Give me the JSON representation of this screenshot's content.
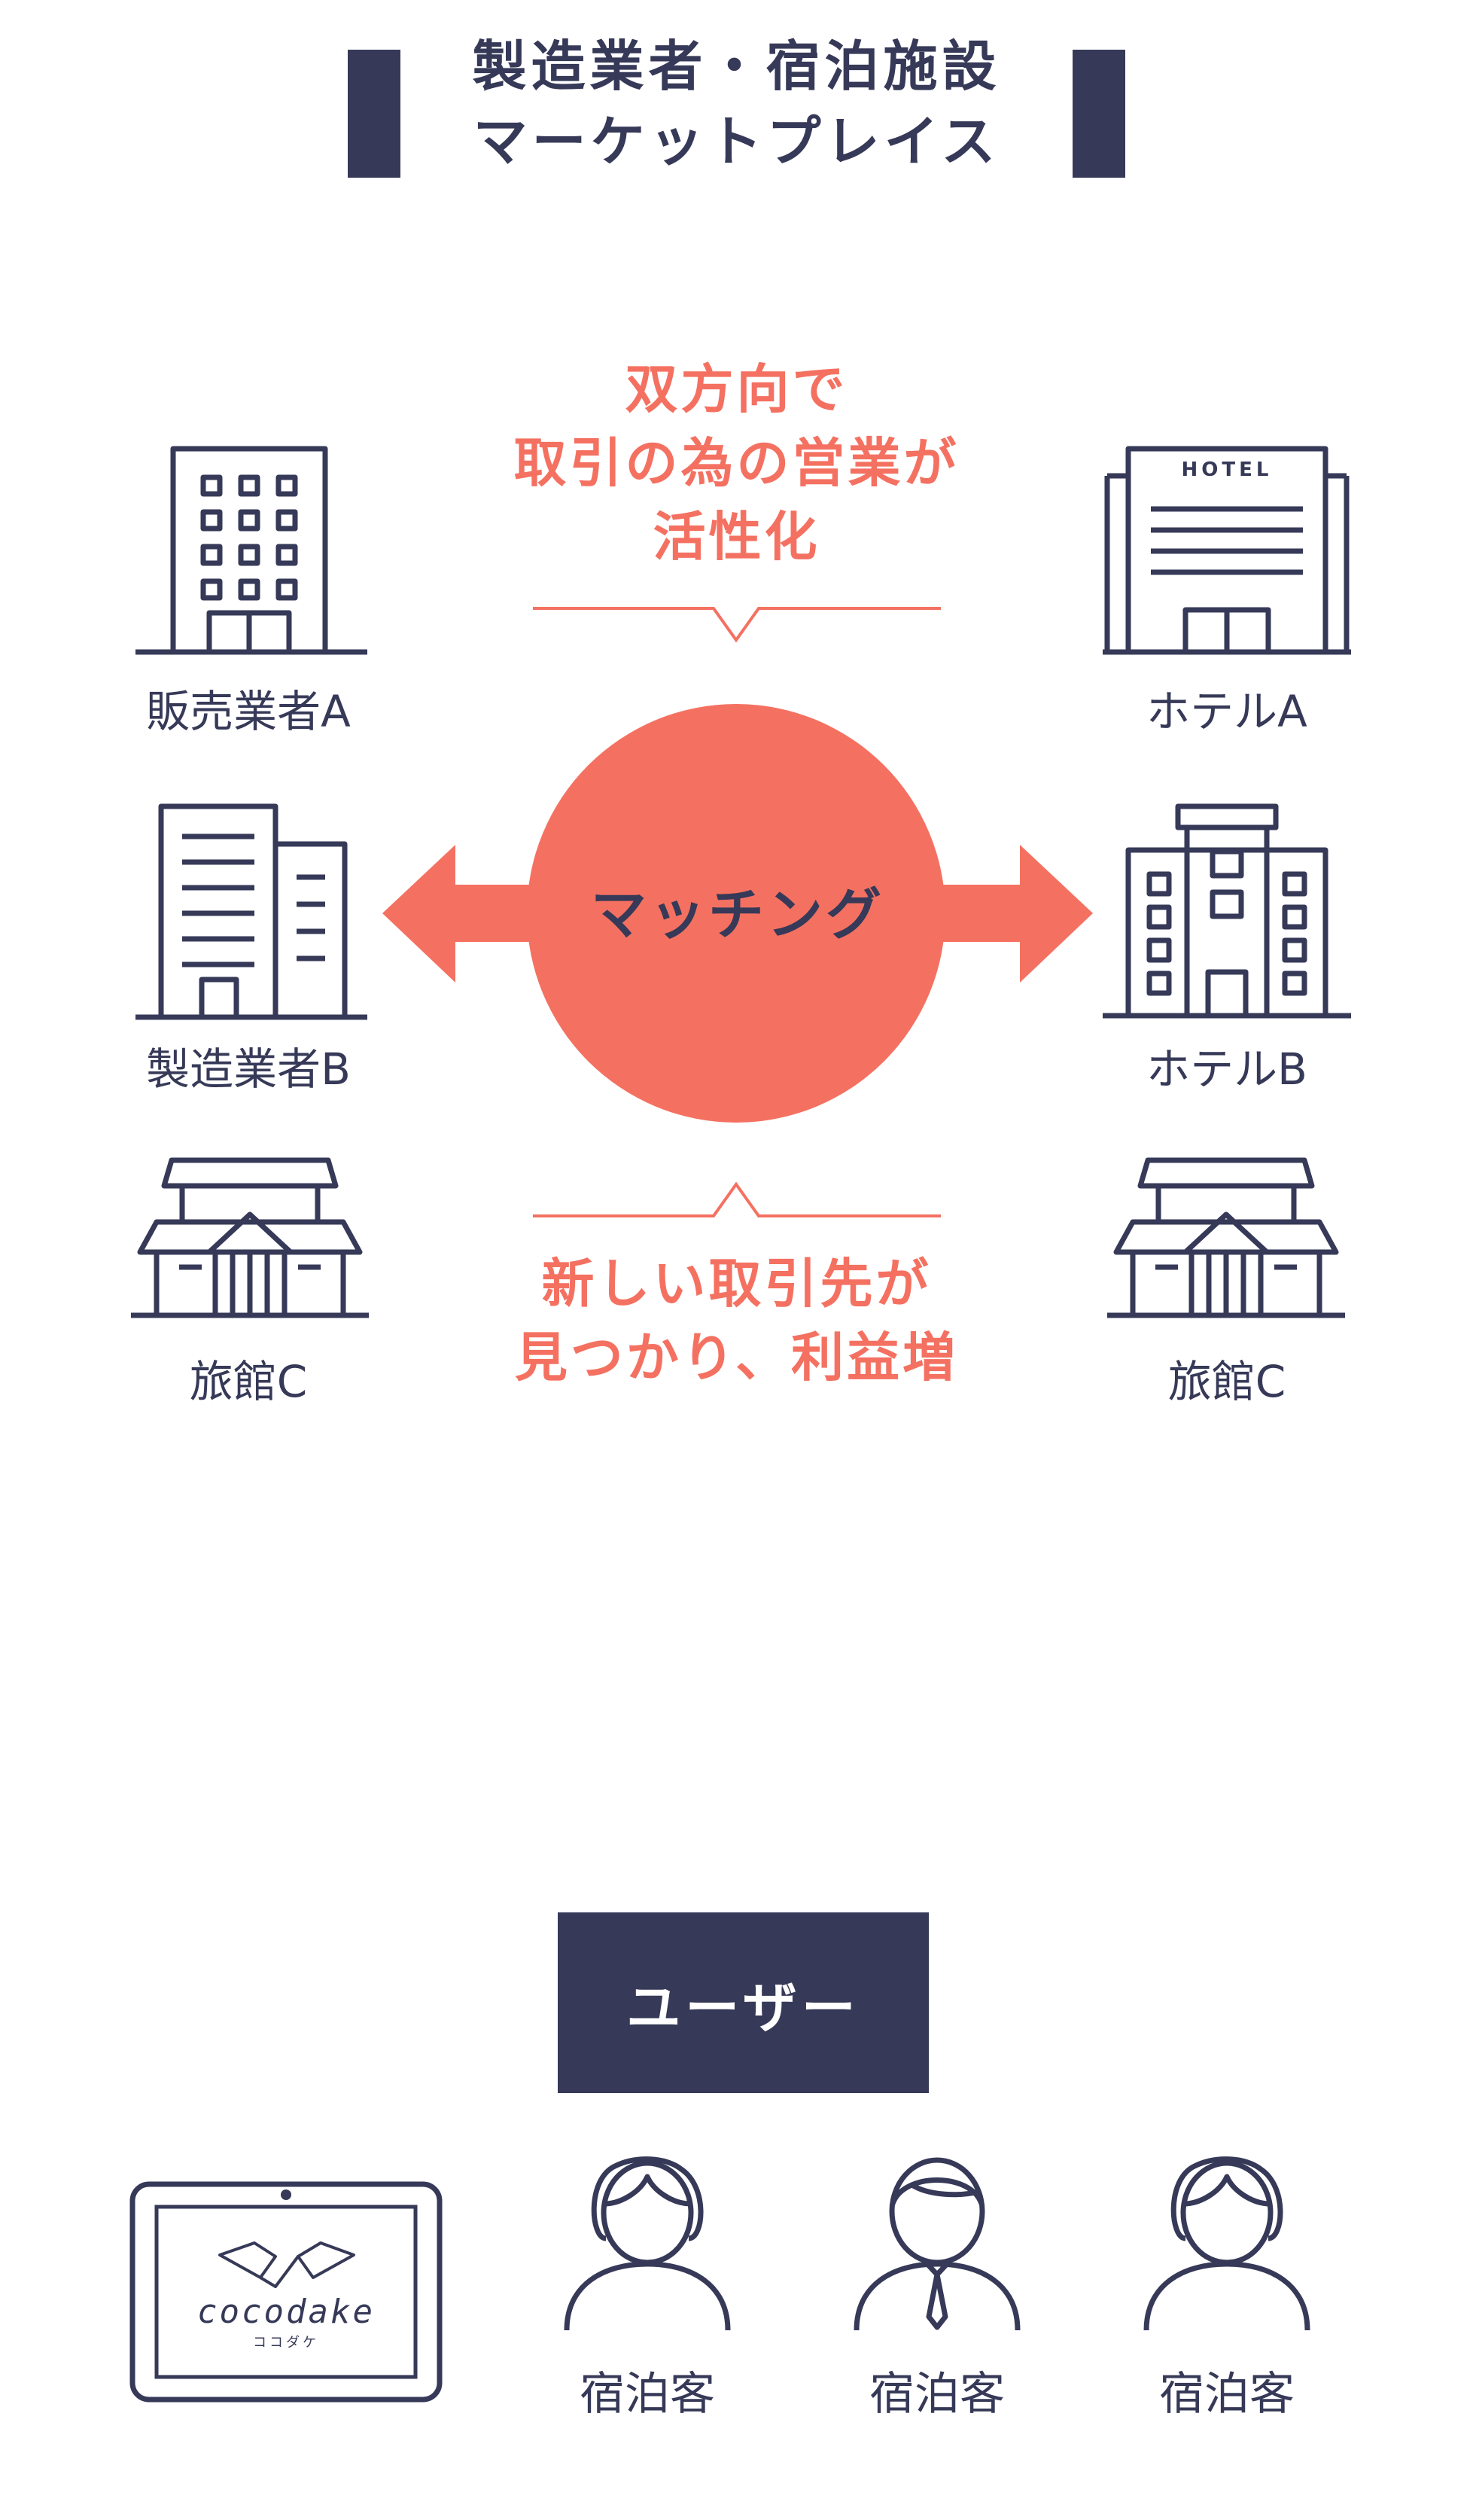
{
  "header": {
    "title_line1": "製造業者・宿泊施設",
    "title_line2": "マーケットプレイス"
  },
  "callout_top": {
    "line1": "双方向で",
    "line2": "取引の為の営業が",
    "line3": "活性化"
  },
  "callout_bottom": {
    "line1": "新しい取引先が",
    "line2": "見つかり、利益増"
  },
  "center": {
    "label": "マッチング"
  },
  "left_column": [
    {
      "label": "販売業者A",
      "icon": "office-building-icon"
    },
    {
      "label": "製造業者B",
      "icon": "factory-building-icon"
    },
    {
      "label": "旅館C",
      "icon": "ryokan-icon"
    }
  ],
  "right_column": [
    {
      "label": "ホテルA",
      "icon": "hotel-icon",
      "sign": "HOTEL"
    },
    {
      "label": "ホテルB",
      "icon": "hotel-tower-icon"
    },
    {
      "label": "旅館C",
      "icon": "ryokan-icon"
    }
  ],
  "users": {
    "box_label": "ユーザー",
    "tablet": {
      "brand": "cocodake",
      "brand_kana": "ココダケ",
      "icon": "tablet-icon"
    },
    "guests": [
      {
        "label": "宿泊客",
        "icon": "female-guest-icon"
      },
      {
        "label": "宿泊客",
        "icon": "male-guest-icon"
      },
      {
        "label": "宿泊客",
        "icon": "female-guest-icon"
      }
    ]
  },
  "colors": {
    "navy": "#363957",
    "coral": "#f47161"
  }
}
